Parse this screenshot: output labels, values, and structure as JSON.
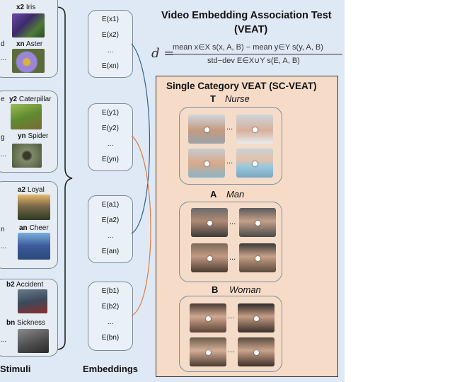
{
  "stimuli": {
    "label": "Stimuli",
    "x_items": [
      {
        "sub": "x2",
        "name": "Iris"
      },
      {
        "sub": "xn",
        "name": "Aster"
      }
    ],
    "x_partial": [
      "d",
      "..."
    ],
    "y_items": [
      {
        "sub": "y2",
        "name": "Caterpillar"
      },
      {
        "sub": "yn",
        "name": "Spider"
      }
    ],
    "y_partial": [
      "e",
      "g",
      "..."
    ],
    "a_items": [
      {
        "sub": "a2",
        "name": "Loyal"
      },
      {
        "sub": "an",
        "name": "Cheer"
      }
    ],
    "a_partial": [
      "n",
      "..."
    ],
    "b_items": [
      {
        "sub": "b2",
        "name": "Accident"
      },
      {
        "sub": "bn",
        "name": "Sickness"
      }
    ],
    "b_partial": [
      "..."
    ]
  },
  "embeddings": {
    "label": "Embeddings",
    "x": [
      "E(x1)",
      "E(x2)",
      "...",
      "E(xn)"
    ],
    "y": [
      "E(y1)",
      "E(y2)",
      "...",
      "E(yn)"
    ],
    "a": [
      "E(a1)",
      "E(a2)",
      "...",
      "E(an)"
    ],
    "b": [
      "E(b1)",
      "E(b2)",
      "...",
      "E(bn)"
    ]
  },
  "veat": {
    "title_line1": "Video Embedding Association Test",
    "title_line2": "(VEAT)",
    "formula_lhs": "d =",
    "formula_numerator": "mean x∈X s(x, A, B) − mean y∈Y s(y, A, B)",
    "formula_denominator": "std−dev E∈X∪Y s(E, A, B)"
  },
  "scveat": {
    "title": "Single Category VEAT (SC-VEAT)",
    "target": {
      "letter": "T",
      "name": "Nurse"
    },
    "attr_a": {
      "letter": "A",
      "name": "Man"
    },
    "attr_b": {
      "letter": "B",
      "name": "Woman"
    },
    "ellipsis": "..."
  },
  "colors": {
    "panel_bg": "#dfe9f6",
    "scveat_bg": "#f6dcc8",
    "blue_link": "#2f5f8f",
    "orange_link": "#e07b39"
  }
}
